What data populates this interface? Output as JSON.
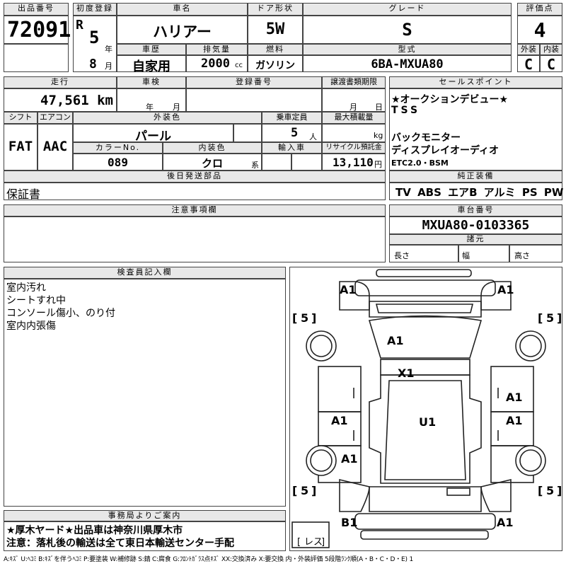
{
  "labels": {
    "lot_no": "出品番号",
    "first_reg": "初度登録",
    "car_name": "車名",
    "door": "ドア形状",
    "grade": "グレード",
    "score": "評価点",
    "nen": "年",
    "history": "車歴",
    "displacement": "排気量",
    "fuel": "燃料",
    "model": "型式",
    "exterior": "外装",
    "interior": "内装",
    "tsuki": "月",
    "cc": "cc",
    "mileage": "走行",
    "inspection": "車検",
    "reg_no": "登録番号",
    "transfer_date": "譲渡書類期限",
    "sales_points": "セールスポイント",
    "shift": "シフト",
    "aircon": "エアコン",
    "ext_color": "外装色",
    "capacity": "乗車定員",
    "max_load": "最大積載量",
    "person_unit": "人",
    "kg": "kg",
    "color_no": "カラーNo.",
    "int_color": "内装色",
    "kei": "系",
    "import": "輸入車",
    "recycle": "リサイクル預託金",
    "nichi": "日",
    "later_parts": "後日発送部品",
    "genuine": "純正装備",
    "notes": "注意事項欄",
    "chassis_no": "車台番号",
    "specs": "諸元",
    "length": "長さ",
    "width": "幅",
    "height": "高さ",
    "inspector": "検査員記入欄",
    "office": "事務局よりご案内"
  },
  "values": {
    "lot_no": "72091",
    "era": "R",
    "year": "5",
    "month": "8",
    "car_name": "ハリアー",
    "door": "5W",
    "grade": "S",
    "score": "4",
    "history": "自家用",
    "displacement": "2000",
    "fuel": "ガソリン",
    "model": "6BA-MXUA80",
    "exterior_grade": "C",
    "interior_grade": "C",
    "mileage": "47,561 km",
    "shift": "FAT",
    "aircon": "AAC",
    "ext_color": "パール",
    "capacity": "5",
    "color_no": "089",
    "int_color": "クロ",
    "recycle": "13,110",
    "recycle_unit": "円",
    "later_parts": "保証書",
    "chassis_no": "MXUA80-0103365"
  },
  "sales_points": [
    "★オークションデビュー★",
    "TSS",
    "",
    "バックモニター",
    "ディスプレイオーディオ",
    "ETC2.0・BSM"
  ],
  "genuine_equipment": "TV ABS エアB アルミ PS PW",
  "inspector_notes": [
    "室内汚れ",
    "シートすれ中",
    "コンソール傷小、のり付",
    "室内内張傷"
  ],
  "office_notes": [
    "★厚木ヤード★出品車は神奈川県厚木市",
    "注意：落札後の輸送は全て東日本輸送センター手配"
  ],
  "diagram": {
    "marks": [
      "A1",
      "A1",
      "A1",
      "X1",
      "A1",
      "A1",
      "A1",
      "U1",
      "A1",
      "B1",
      "A1"
    ],
    "tires": [
      "5",
      "5",
      "5",
      "5"
    ],
    "spare": "レス"
  },
  "legend": "A:ｷｽﾞ U:ﾍｺﾐ B:ｷｽﾞを伴うﾍｺﾐ P:要塗装 W:補修跡 S:錆 C:腐食 G:ﾌﾛﾝﾄｶﾞﾗｽ点ｷｽﾞ XX:交換済み X:要交換 内・外装評価 5段階ﾗﾝｸ順(A・B・C・D・E) 1"
}
